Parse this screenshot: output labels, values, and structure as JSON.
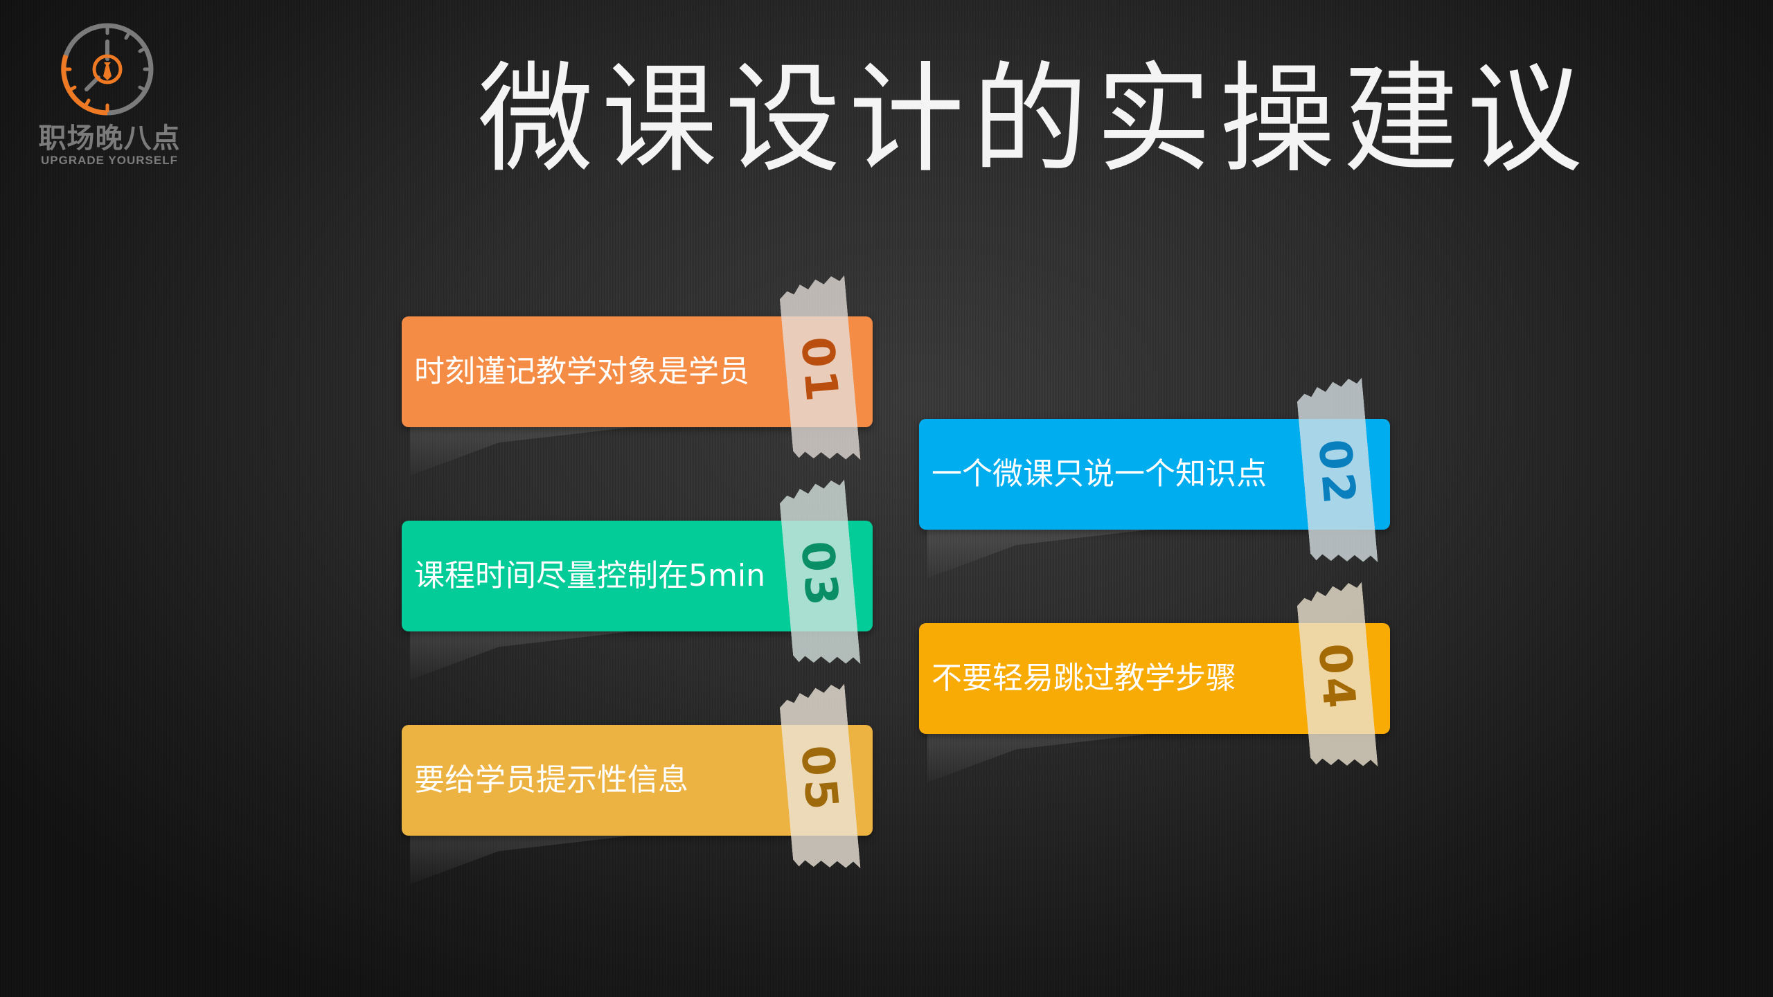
{
  "logo": {
    "name_cn": "职场晚八点",
    "slogan": "UPGRADE YOURSELF",
    "icon": "clock-with-tie-icon",
    "colors": {
      "orange": "#F07A24",
      "gray": "#7B7B7B"
    }
  },
  "title": "微课设计的实操建议",
  "cards": [
    {
      "number": "01",
      "text": "时刻谨记教学对象是学员",
      "color": "#F58C45",
      "number_color": "#B94E0E",
      "tape_tint": "rgba(250,220,200,0.85)"
    },
    {
      "number": "02",
      "text": "一个微课只说一个知识点",
      "color": "#00ADEF",
      "number_color": "#0A7FBE",
      "tape_tint": "rgba(190,228,245,0.85)"
    },
    {
      "number": "03",
      "text": "课程时间尽量控制在5min",
      "color": "#03CC98",
      "number_color": "#0A8E66",
      "tape_tint": "rgba(185,238,220,0.85)"
    },
    {
      "number": "04",
      "text": "不要轻易跳过教学步骤",
      "color": "#F8AA05",
      "number_color": "#A46A05",
      "tape_tint": "rgba(248,222,170,0.85)"
    },
    {
      "number": "05",
      "text": "要给学员提示性信息",
      "color": "#EDB342",
      "number_color": "#9E6A0C",
      "tape_tint": "rgba(244,224,186,0.85)"
    }
  ]
}
